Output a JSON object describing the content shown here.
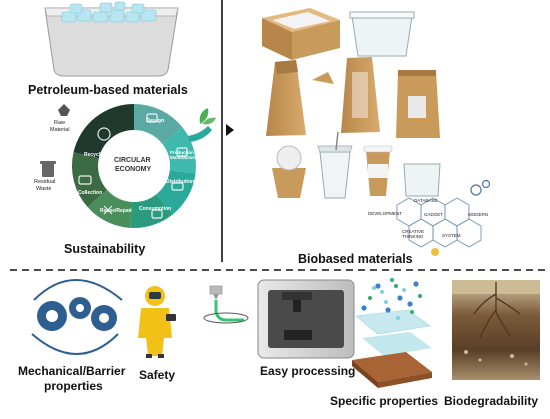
{
  "top_left": {
    "petroleum_label": "Petroleum-based materials",
    "sustainability_label": "Sustainability"
  },
  "circular_economy": {
    "center_title_line1": "CIRCULAR",
    "center_title_line2": "ECONOMY",
    "raw_material_line1": "Raw",
    "raw_material_line2": "Material",
    "residual_waste_line1": "Residual",
    "residual_waste_line2": "Waste",
    "segments": [
      "Design",
      "Production Manufacturing",
      "Distribution",
      "Consumption",
      "Reuse/Repair",
      "Collection",
      "Recycling"
    ],
    "segment_colors": [
      "#5aa9a3",
      "#3fb9ae",
      "#2aa89a",
      "#2b9a7f",
      "#4a8e5c",
      "#3b6a43",
      "#1f3a2c"
    ]
  },
  "right_top": {
    "biobased_label": "Biobased materials",
    "mindmap_nodes": [
      "DATABASE",
      "DEVELOPMENT",
      "GADGET",
      "MODERN",
      "CREATIVE THINKING",
      "SYSTEM"
    ]
  },
  "bottom": {
    "mechanical_line1": "Mechanical/Barrier",
    "mechanical_line2": "properties",
    "safety_label": "Safety",
    "processing_label": "Easy processing",
    "specific_label": "Specific properties",
    "biodegradability_label": "Biodegradability"
  },
  "colors": {
    "teal": "#3fb9ae",
    "dark_green": "#1f3a2c",
    "kraft": "#c89a5b",
    "gear_blue": "#2e5f91",
    "suit_yellow": "#f2c118"
  }
}
